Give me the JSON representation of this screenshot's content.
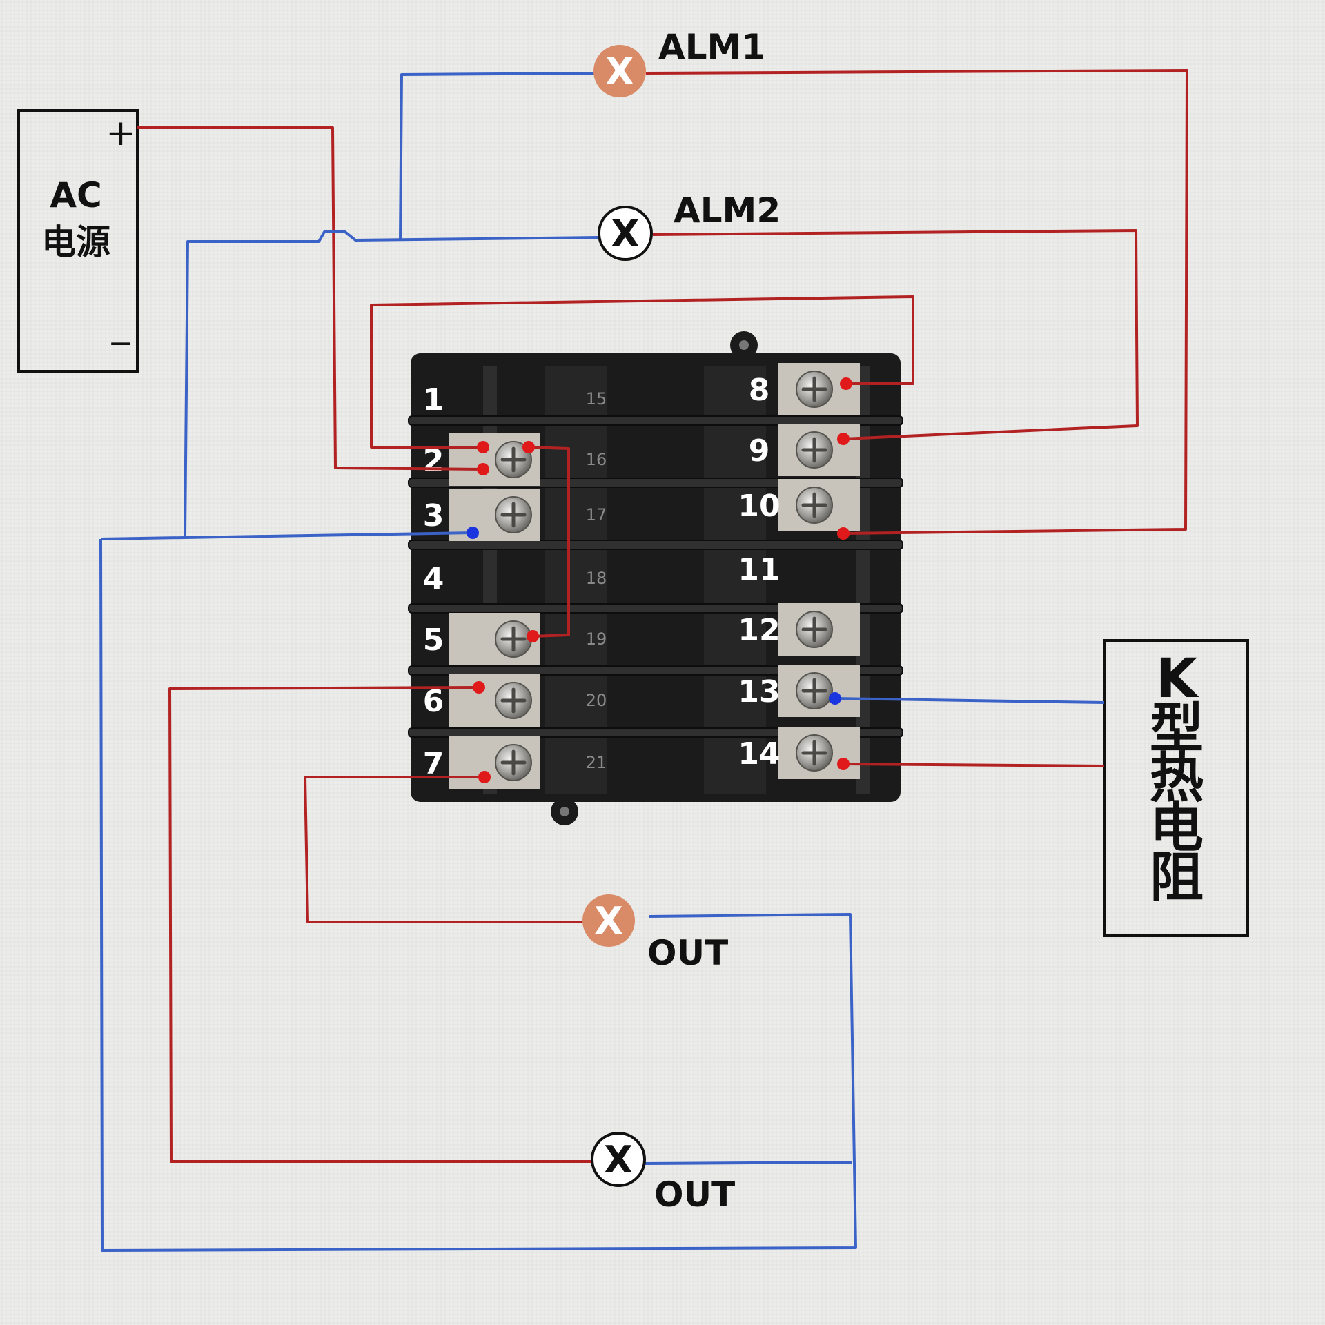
{
  "power_source": {
    "line1": "AC",
    "line2": "电源",
    "plus": "+",
    "minus": "−"
  },
  "sensor": {
    "text": "K型热电阻"
  },
  "loads": {
    "alm1": {
      "label": "ALM1",
      "style": "filled",
      "color": "#d98a66"
    },
    "alm2": {
      "label": "ALM2",
      "style": "outline"
    },
    "out1": {
      "label": "OUT",
      "style": "filled",
      "color": "#d98a66"
    },
    "out2": {
      "label": "OUT",
      "style": "outline"
    },
    "lamp_symbol": "X"
  },
  "terminals": {
    "left": [
      "1",
      "2",
      "3",
      "4",
      "5",
      "6",
      "7"
    ],
    "right": [
      "8",
      "9",
      "10",
      "11",
      "12",
      "13",
      "14"
    ],
    "middle": [
      "15",
      "16",
      "17",
      "18",
      "19",
      "20",
      "21"
    ]
  },
  "colors": {
    "wire_red": "#b22222",
    "wire_blue": "#3b63c7",
    "dot_red": "#e01a1a",
    "dot_blue": "#1a35e0",
    "terminal_block": "#1b1b1b",
    "screw_plate": "#c9c4bb"
  }
}
